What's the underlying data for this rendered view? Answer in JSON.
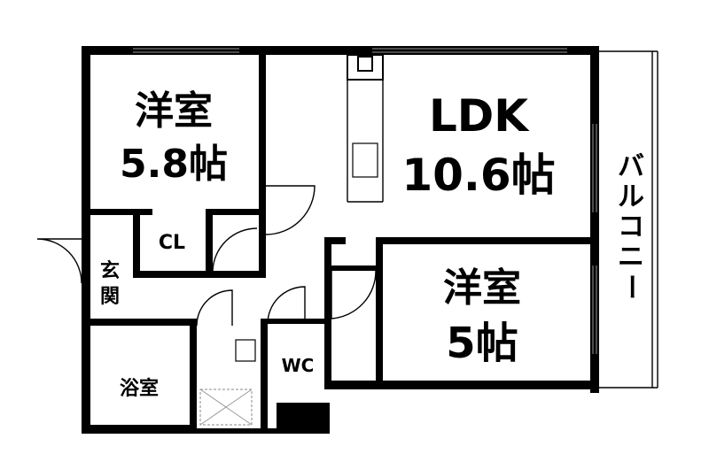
{
  "rooms": {
    "western_room_1": {
      "name": "洋室",
      "size": "5.8帖"
    },
    "ldk": {
      "name": "LDK",
      "size": "10.6帖"
    },
    "western_room_2": {
      "name": "洋室",
      "size": "5帖"
    },
    "closet": "CL",
    "entrance": [
      "玄",
      "関"
    ],
    "bathroom": "浴室",
    "toilet": "WC",
    "balcony": [
      "バ",
      "ル",
      "コ",
      "ニ",
      "ー"
    ]
  }
}
